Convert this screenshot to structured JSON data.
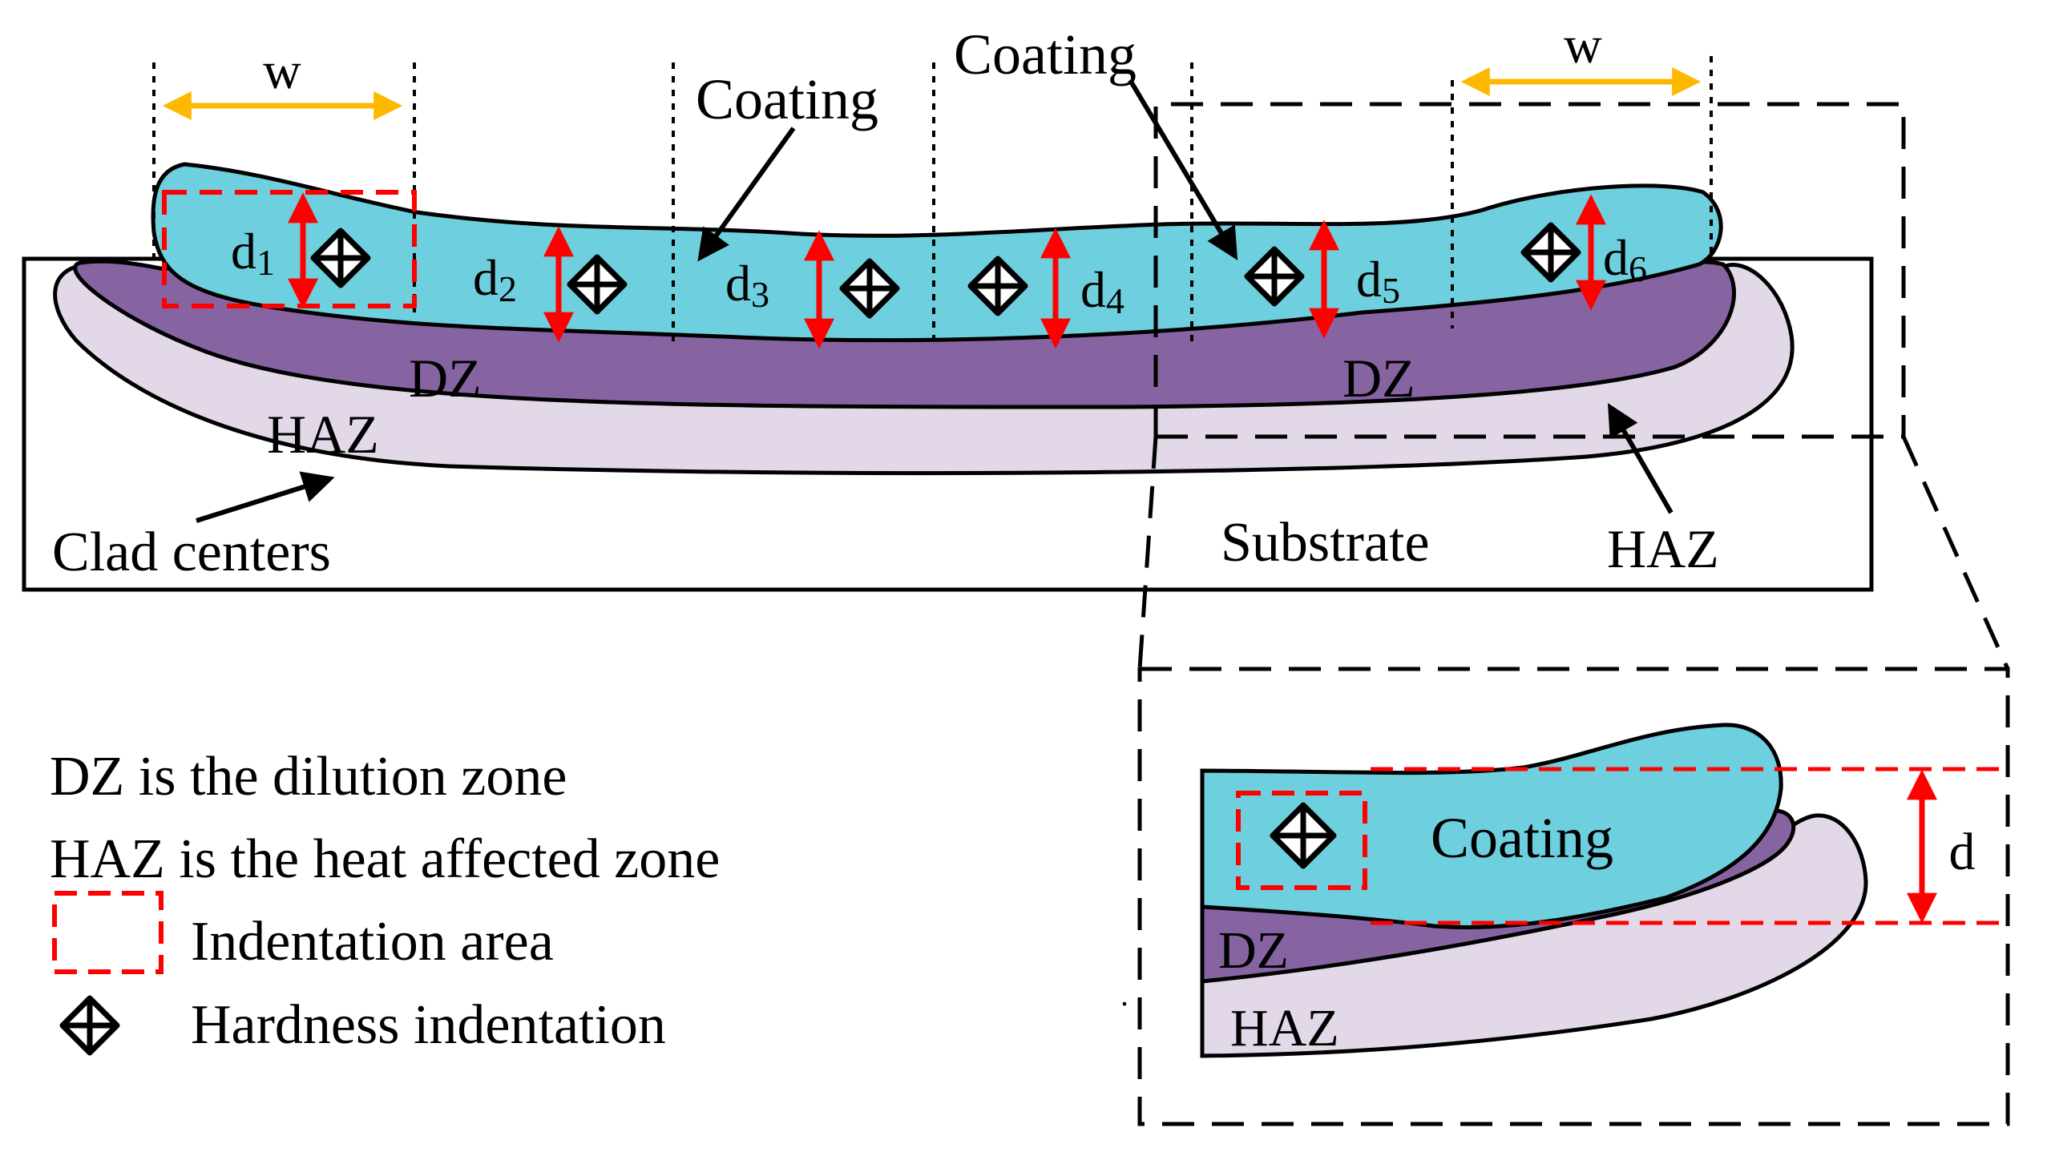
{
  "labels": {
    "coating_1": "Coating",
    "coating_2": "Coating",
    "coating_inset": "Coating",
    "dz_left": "DZ",
    "dz_right": "DZ",
    "dz_inset": "DZ",
    "haz_left": "HAZ",
    "haz_right": "HAZ",
    "haz_inset": "HAZ",
    "substrate": "Substrate",
    "clad_centers": "Clad centers",
    "width_left": "w",
    "width_right": "w",
    "depth_inset": "d"
  },
  "depths": [
    {
      "base": "d",
      "sub": "1"
    },
    {
      "base": "d",
      "sub": "2"
    },
    {
      "base": "d",
      "sub": "3"
    },
    {
      "base": "d",
      "sub": "4"
    },
    {
      "base": "d",
      "sub": "5"
    },
    {
      "base": "d",
      "sub": "6"
    }
  ],
  "legend": {
    "dz_definition": "DZ is the dilution zone",
    "haz_definition": "HAZ is the heat affected zone",
    "indentation_area": "Indentation area",
    "hardness_indentation": "Hardness indentation"
  },
  "colors": {
    "coating": "#6ECFDE",
    "dilution_zone": "#8664A2",
    "heat_affected_zone": "#E2D8E8",
    "marker_red": "#FF0000",
    "width_arrow": "#FFB800",
    "outline": "#000000"
  }
}
